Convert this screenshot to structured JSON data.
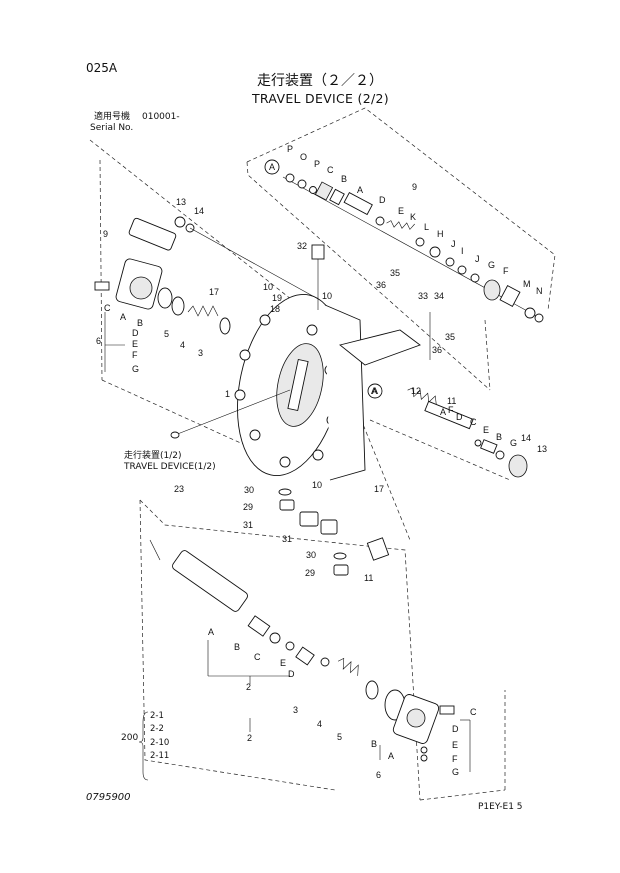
{
  "header": {
    "page_code": "025A",
    "title_ja": "走行装置（２／２）",
    "title_en": "TRAVEL DEVICE (2/2)"
  },
  "serial": {
    "label_ja": "適用号機",
    "value": "010001-",
    "label_en": "Serial No."
  },
  "reference": {
    "label_ja": "走行装置(1/2)",
    "label_en": "TRAVEL DEVICE(1/2)"
  },
  "footer": {
    "drawing_no": "0795900",
    "sheet": "P1EY-E1 5"
  },
  "kit_table": {
    "parent": "200",
    "items": [
      "2-1",
      "2-2",
      "2-10",
      "2-11"
    ]
  },
  "callouts": {
    "top_valve": [
      "P",
      "O",
      "P",
      "C",
      "B",
      "A",
      "D",
      "E",
      "K",
      "L",
      "H",
      "J",
      "I",
      "J",
      "G",
      "F",
      "M",
      "N",
      "9"
    ],
    "main": [
      "13",
      "14",
      "9",
      "32",
      "35",
      "36",
      "33",
      "34",
      "35",
      "36",
      "C",
      "A",
      "B",
      "D",
      "E",
      "F",
      "G",
      "6",
      "5",
      "4",
      "3",
      "17",
      "10",
      "19",
      "18",
      "10",
      "1",
      "A",
      "12",
      "11",
      "A",
      "F",
      "D",
      "C",
      "E",
      "B",
      "G",
      "14",
      "13",
      "10",
      "17",
      "23",
      "30",
      "29",
      "31",
      "31",
      "30",
      "29",
      "11"
    ],
    "lower": [
      "A",
      "B",
      "C",
      "E",
      "D",
      "2",
      "3",
      "4",
      "5",
      "B",
      "A",
      "6",
      "C",
      "D",
      "E",
      "F",
      "G",
      "2"
    ]
  }
}
